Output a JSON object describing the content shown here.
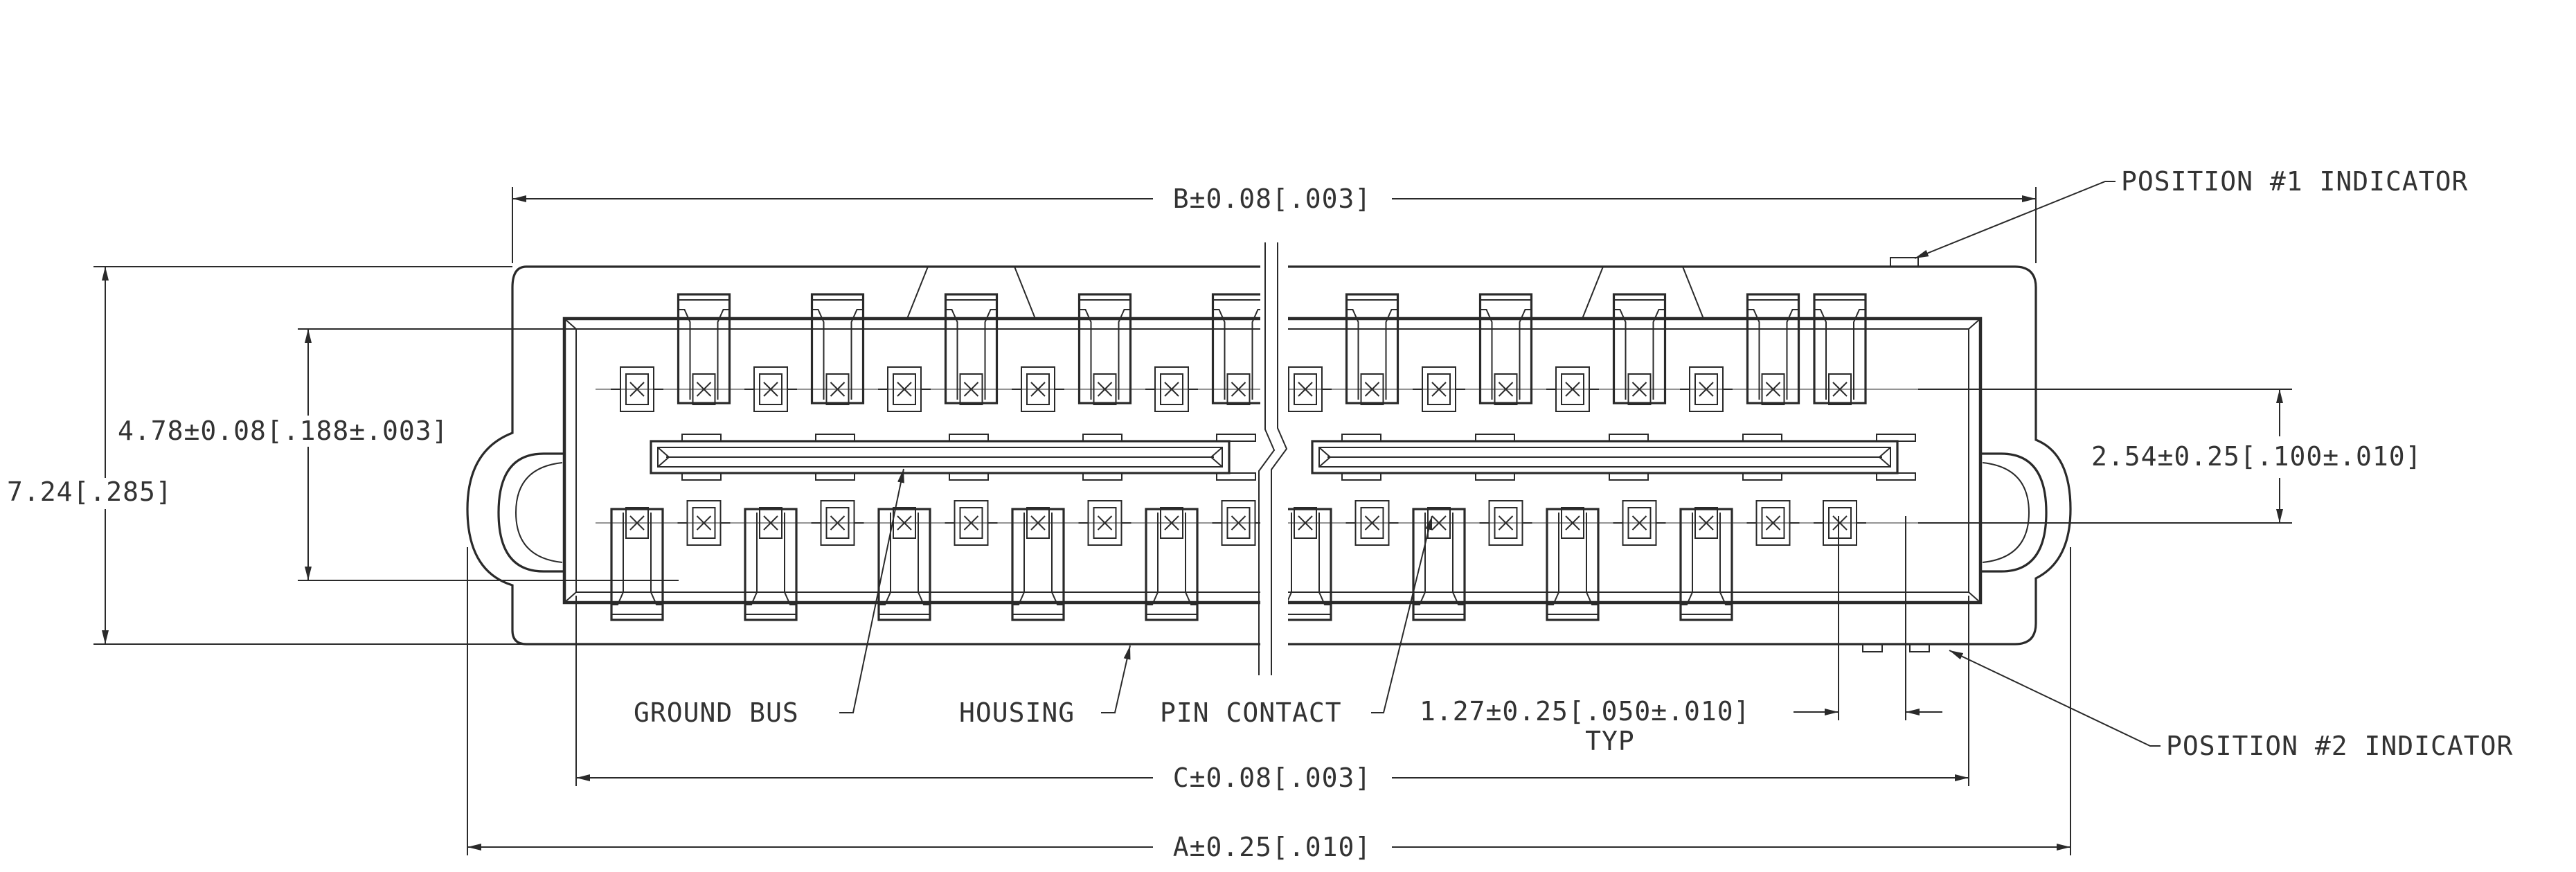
{
  "labels": {
    "dim_b": "B±0.08[.003]",
    "dim_c": "C±0.08[.003]",
    "dim_a": "A±0.25[.010]",
    "dim_height_inner": "4.78±0.08[.188±.003]",
    "dim_height_overall": "7.24[.285]",
    "dim_row_spacing": "2.54±0.25[.100±.010]",
    "dim_pitch": "1.27±0.25[.050±.010]",
    "dim_pitch_note": "TYP",
    "callout_position_1": "POSITION  #1  INDICATOR",
    "callout_position_2": "POSITION  #2  INDICATOR",
    "callout_ground_bus": "GROUND  BUS",
    "callout_housing": "HOUSING",
    "callout_pin_contact": "PIN  CONTACT"
  },
  "colors": {
    "line": "#2a2a2a",
    "text": "#333333",
    "background": "#ffffff"
  }
}
